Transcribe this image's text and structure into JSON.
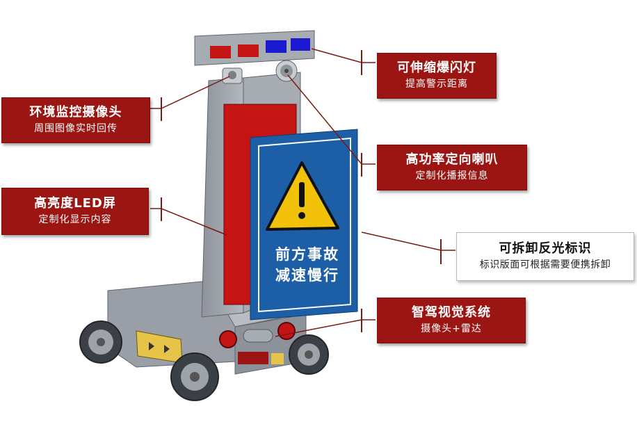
{
  "callouts": {
    "flash_light": {
      "title": "可伸缩爆闪灯",
      "subtitle": "提高警示距离"
    },
    "camera": {
      "title": "环境监控摄像头",
      "subtitle": "周围图像实时回传"
    },
    "speaker": {
      "title": "高功率定向喇叭",
      "subtitle": "定制化播报信息"
    },
    "led_screen": {
      "title": "高亮度LED屏",
      "subtitle": "定制化显示内容"
    },
    "reflective_sign": {
      "title": "可拆卸反光标识",
      "subtitle": "标识版面可根据需要便携拆卸"
    },
    "vision_system": {
      "title": "智驾视觉系统",
      "subtitle": "摄像头+雷达"
    }
  },
  "sign": {
    "line1": "前方事故",
    "line2": "减速慢行"
  },
  "colors": {
    "callout_bg": "#9b1612",
    "sign_blue": "#1c5fa6",
    "led_red": "#c41414",
    "beacon_blue": "#1a1ad0",
    "warning_yellow": "#f2c20a",
    "body_gray": "#a7abb2",
    "leader_line": "#7c1a12"
  },
  "icons": {
    "warning": "warning-triangle-icon"
  }
}
